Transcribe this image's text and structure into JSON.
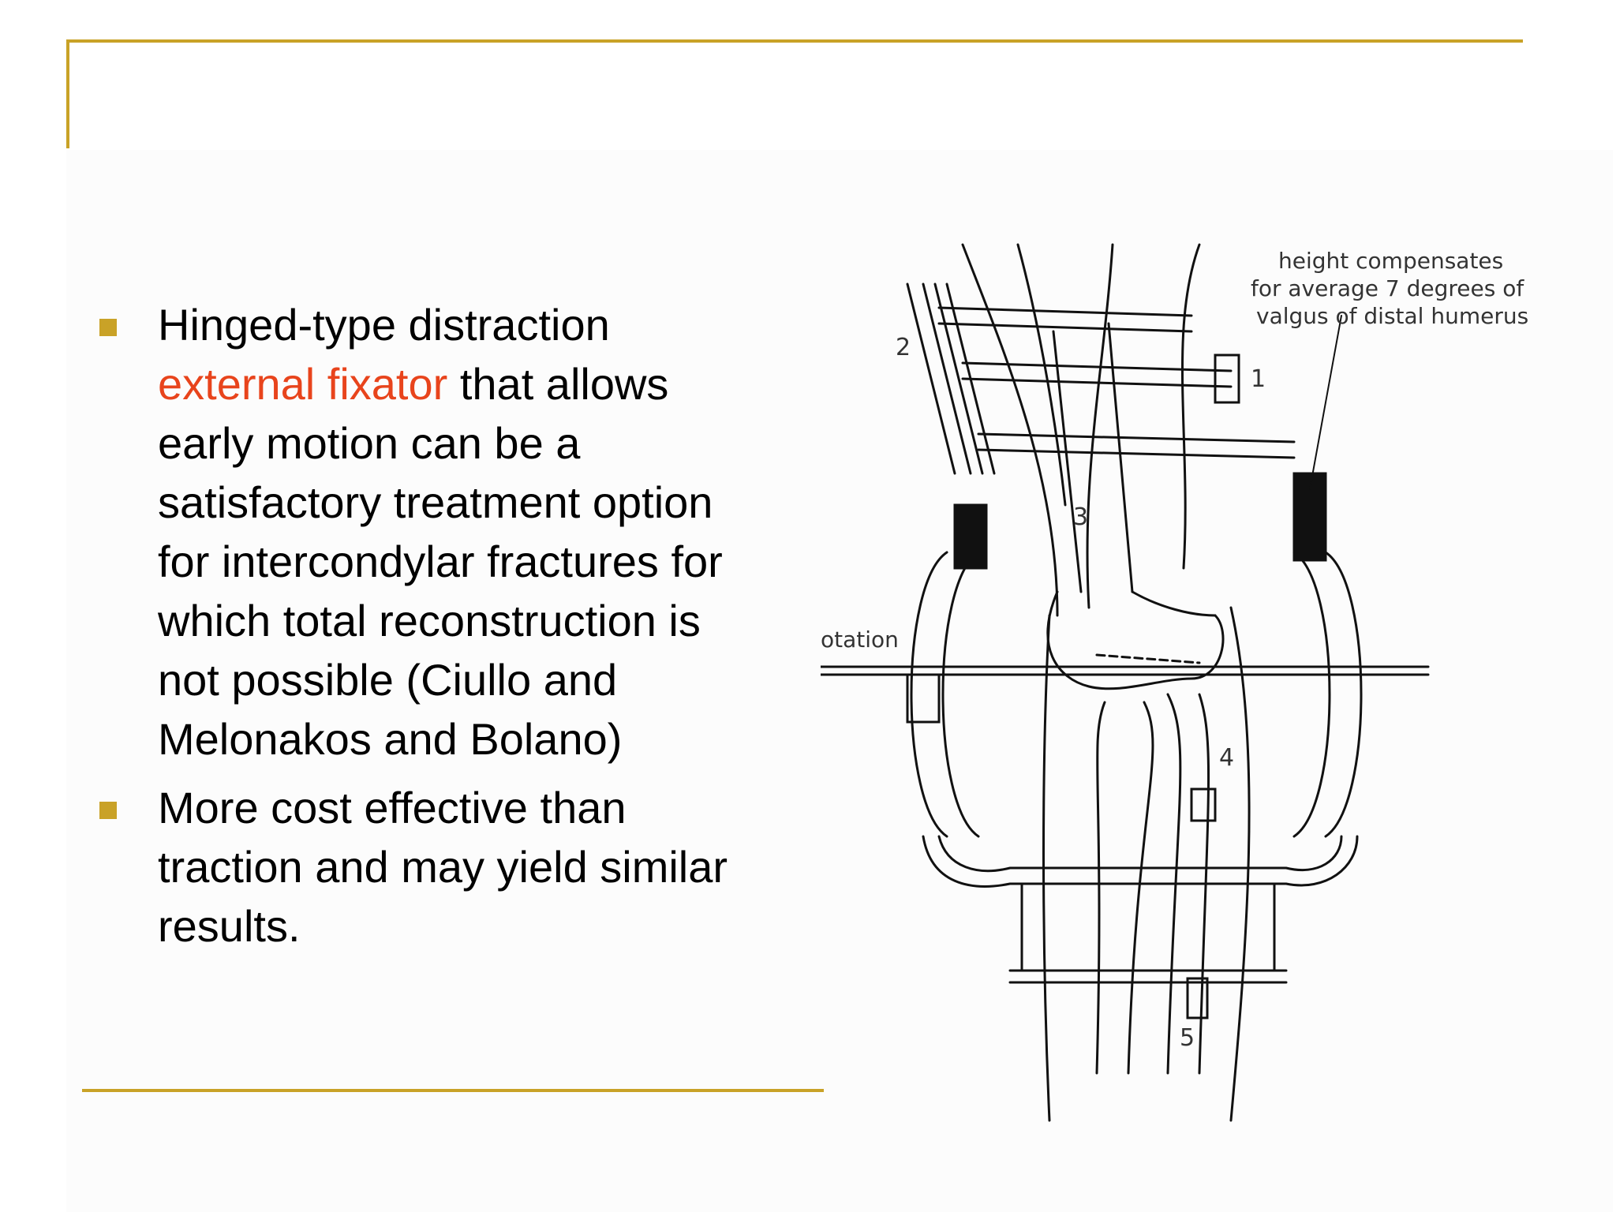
{
  "bullets": [
    {
      "before": "Hinged-type distraction ",
      "highlight": "external fixator",
      "after": " that allows early motion can be a satisfactory treatment option for intercondylar fractures for which total reconstruction is not possible (Ciullo and Melonakos and Bolano)"
    },
    {
      "before": "More cost effective than traction and may yield similar results.",
      "highlight": "",
      "after": ""
    }
  ],
  "figure": {
    "annotation_lines": [
      "height compensates",
      "for average 7 degrees of",
      "valgus of distal humerus"
    ],
    "rotation_label": "otation",
    "numbers": [
      "1",
      "2",
      "3",
      "4",
      "5"
    ]
  },
  "colors": {
    "accent": "#c9a227",
    "highlight": "#e8441c"
  }
}
